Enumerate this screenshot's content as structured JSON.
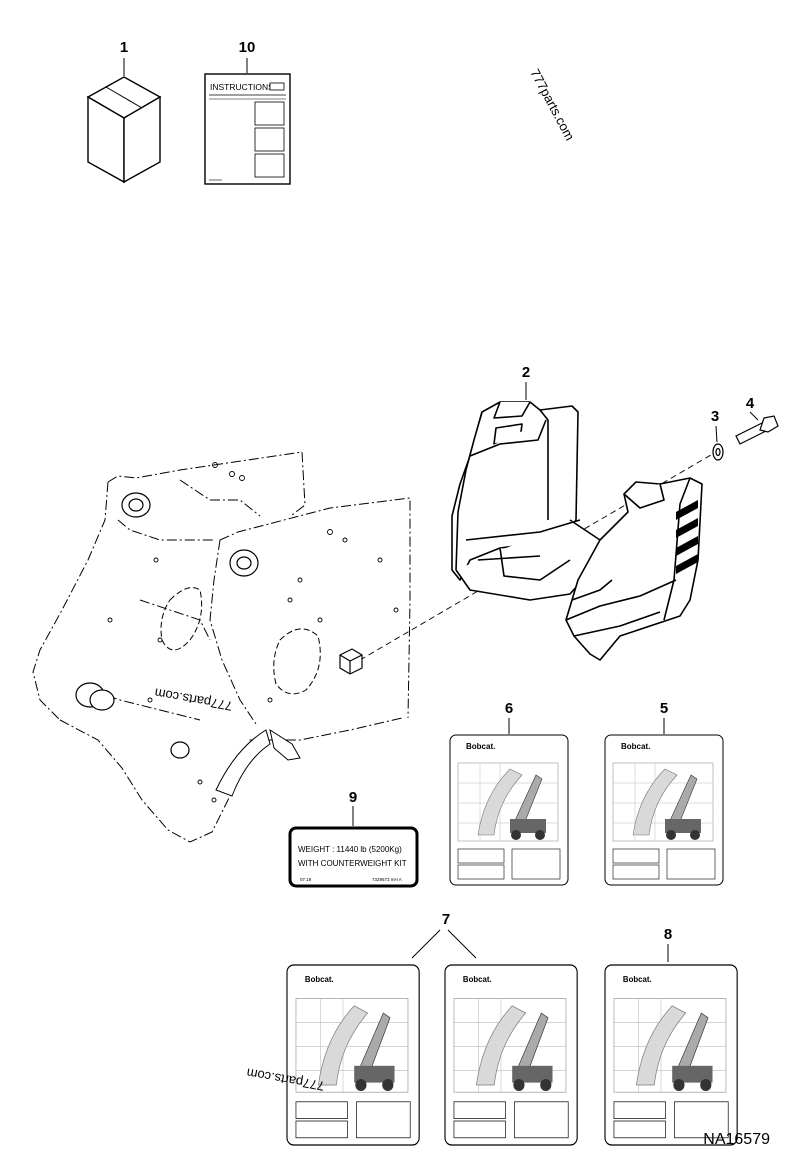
{
  "callouts": [
    "1",
    "10",
    "2",
    "3",
    "4",
    "5",
    "6",
    "7",
    "8",
    "9"
  ],
  "instructions_label": "INSTRUCTIONS",
  "decal_brand": "Bobcat.",
  "weight_label": {
    "line1": "WEIGHT : 11440 lb (5200Kg)",
    "line2": "WITH COUNTERWEIGHT KIT",
    "footnote_left": "07.19",
    "footnote_right": "7329673 mH A"
  },
  "watermark": "777parts.com",
  "reference_code": "NA16579"
}
